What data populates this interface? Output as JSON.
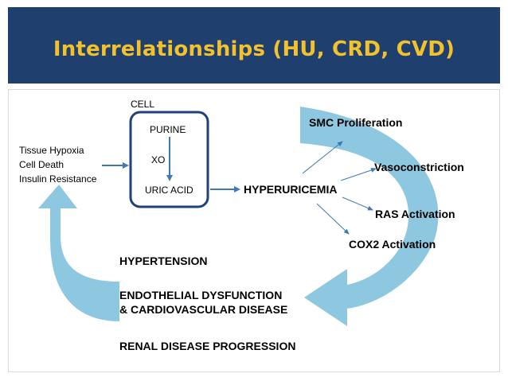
{
  "title": "Interrelationships (HU, CRD, CVD)",
  "cell": {
    "label": "CELL",
    "purine": "PURINE",
    "xo": "XO",
    "uric_acid": "URIC ACID"
  },
  "left_factors": [
    "Tissue Hypoxia",
    "Cell Death",
    "Insulin Resistance"
  ],
  "center": "HYPERURICEMIA",
  "effects": [
    "SMC Proliferation",
    "Vasoconstriction",
    "RAS Activation",
    "COX2 Activation"
  ],
  "outcomes": {
    "hypertension": "HYPERTENSION",
    "endothelial_1": "ENDOTHELIAL DYSFUNCTION",
    "endothelial_2": "& CARDIOVASCULAR DISEASE",
    "renal": "RENAL DISEASE PROGRESSION"
  },
  "colors": {
    "banner": "#1f3f6e",
    "title": "#f2c12e",
    "cycle_arrow": "#8ec8e0",
    "connector": "#3f78b5",
    "cell_box": "#20427a"
  }
}
